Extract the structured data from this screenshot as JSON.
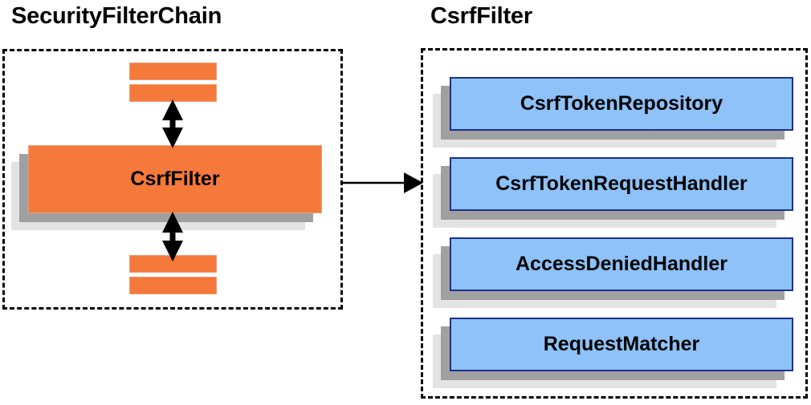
{
  "panels": [
    {
      "id": "security-filter-chain",
      "title": "SecurityFilterChain",
      "nodes": [
        {
          "label": "CsrfFilter"
        }
      ]
    },
    {
      "id": "csrf-filter",
      "title": "CsrfFilter",
      "nodes": [
        {
          "label": "CsrfTokenRepository"
        },
        {
          "label": "CsrfTokenRequestHandler"
        },
        {
          "label": "AccessDeniedHandler"
        },
        {
          "label": "RequestMatcher"
        }
      ]
    }
  ],
  "colors": {
    "orange_fill": "#f4793b",
    "orange_border": "#e8a07c",
    "blue_fill": "#8ec2f8",
    "blue_border": "#1f2f8f",
    "shadow_dark": "#a0a0a0",
    "shadow_light": "#e3e3e3",
    "outline": "#000000",
    "background": "#ffffff"
  },
  "connectors": [
    {
      "name": "chain-to-filter",
      "kind": "arrow-right",
      "label": ""
    },
    {
      "name": "csrffilter-up",
      "kind": "double-arrow-vertical",
      "label": ""
    },
    {
      "name": "csrffilter-down",
      "kind": "double-arrow-vertical",
      "label": ""
    }
  ],
  "slabs": [
    {
      "name": "filter-slab-top-1"
    },
    {
      "name": "filter-slab-top-2"
    },
    {
      "name": "filter-slab-bottom-1"
    },
    {
      "name": "filter-slab-bottom-2"
    }
  ]
}
